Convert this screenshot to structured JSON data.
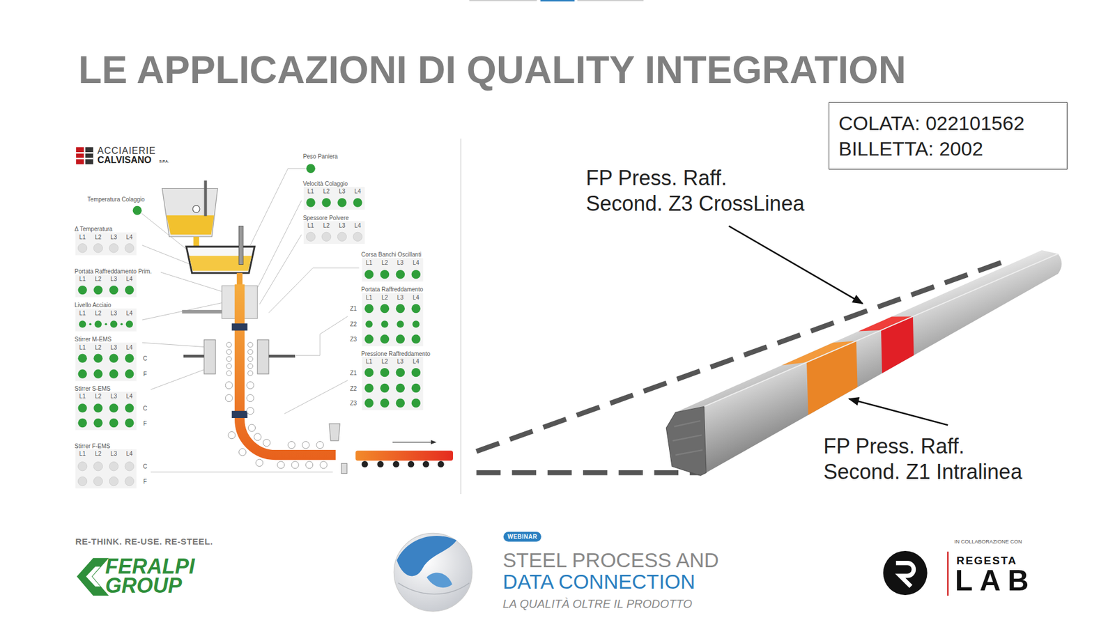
{
  "diagram": {
    "title": "LE APPLICAZIONI DI QUALITY INTEGRATION",
    "nodes": [
      {
        "text": [
          "COLATA: 022101562",
          "BILLETTA: 2002"
        ]
      },
      {
        "text": [
          "WEBINAR"
        ]
      }
    ],
    "labels": [
      "ACCIAIERIE",
      "CALVISANO",
      "S.P.A.",
      "Temperatura Colaggio",
      "Δ Temperatura",
      "L1",
      "L2",
      "L3",
      "L4",
      "Portata Raffreddamento Prim.",
      "L1",
      "L2",
      "L3",
      "L4",
      "Livello Acciaio",
      "L1",
      "L2",
      "L3",
      "L4",
      "Stirrer M-EMS",
      "L1",
      "L2",
      "L3",
      "L4",
      "C",
      "F",
      "Stirrer S-EMS",
      "L1",
      "L2",
      "L3",
      "L4",
      "C",
      "F",
      "Stirrer F-EMS",
      "L1",
      "L2",
      "L3",
      "L4",
      "C",
      "F",
      "Peso Paniera",
      "Velocità Colaggio",
      "L1",
      "L2",
      "L3",
      "L4",
      "Spessore Polvere",
      "L1",
      "L2",
      "L3",
      "L4",
      "Corsa Banchi Oscillanti",
      "L1",
      "L2",
      "L3",
      "L4",
      "Portata Raffreddamento",
      "L1",
      "L2",
      "L3",
      "L4",
      "Z1",
      "Z2",
      "Z3",
      "Pressione Raffreddamento",
      "L1",
      "L2",
      "L3",
      "L4",
      "Z1",
      "Z2",
      "Z3",
      "FP Press. Raff. Second. Z3 CrossLinea",
      "FP Press. Raff. Second. Z1 Intralinea",
      "RE-THINK. RE-USE. RE-STEEL.",
      "FERALPI",
      "GROUP",
      "STEEL PROCESS AND",
      "DATA CONNECTION",
      "LA QUALITÀ OLTRE IL PRODOTTO",
      "IN COLLABORAZIONE CON",
      "REGESTA",
      "LAB"
    ]
  }
}
